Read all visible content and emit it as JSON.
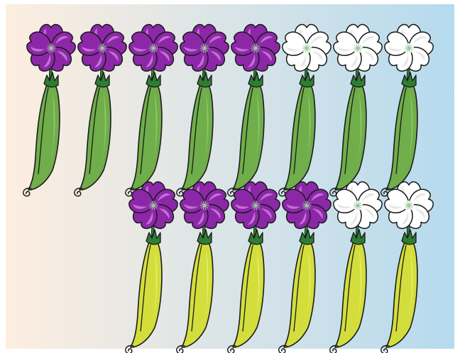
{
  "colors": {
    "background_left": "#fdeee0",
    "background_right": "#b5daee",
    "outline": "#1a1a1a",
    "purple_petal": "#8c28a8",
    "purple_petal_highlight": "#c66fd6",
    "white_petal": "#ffffff",
    "white_petal_shade": "#e8e8e8",
    "flower_center": "#9bc89a",
    "stem": "#2f7d34",
    "green_pod": "#6fae4a",
    "green_pod_highlight": "#93c86a",
    "yellow_pod": "#d3de3c",
    "yellow_pod_highlight": "#e6ee72"
  },
  "rows": [
    {
      "name": "top-row",
      "pod_color": "green",
      "flowers": [
        "purple",
        "purple",
        "purple",
        "purple",
        "purple",
        "white",
        "white",
        "white"
      ]
    },
    {
      "name": "bottom-row",
      "pod_color": "yellow",
      "flowers": [
        "purple",
        "purple",
        "purple",
        "purple",
        "white",
        "white"
      ]
    }
  ]
}
